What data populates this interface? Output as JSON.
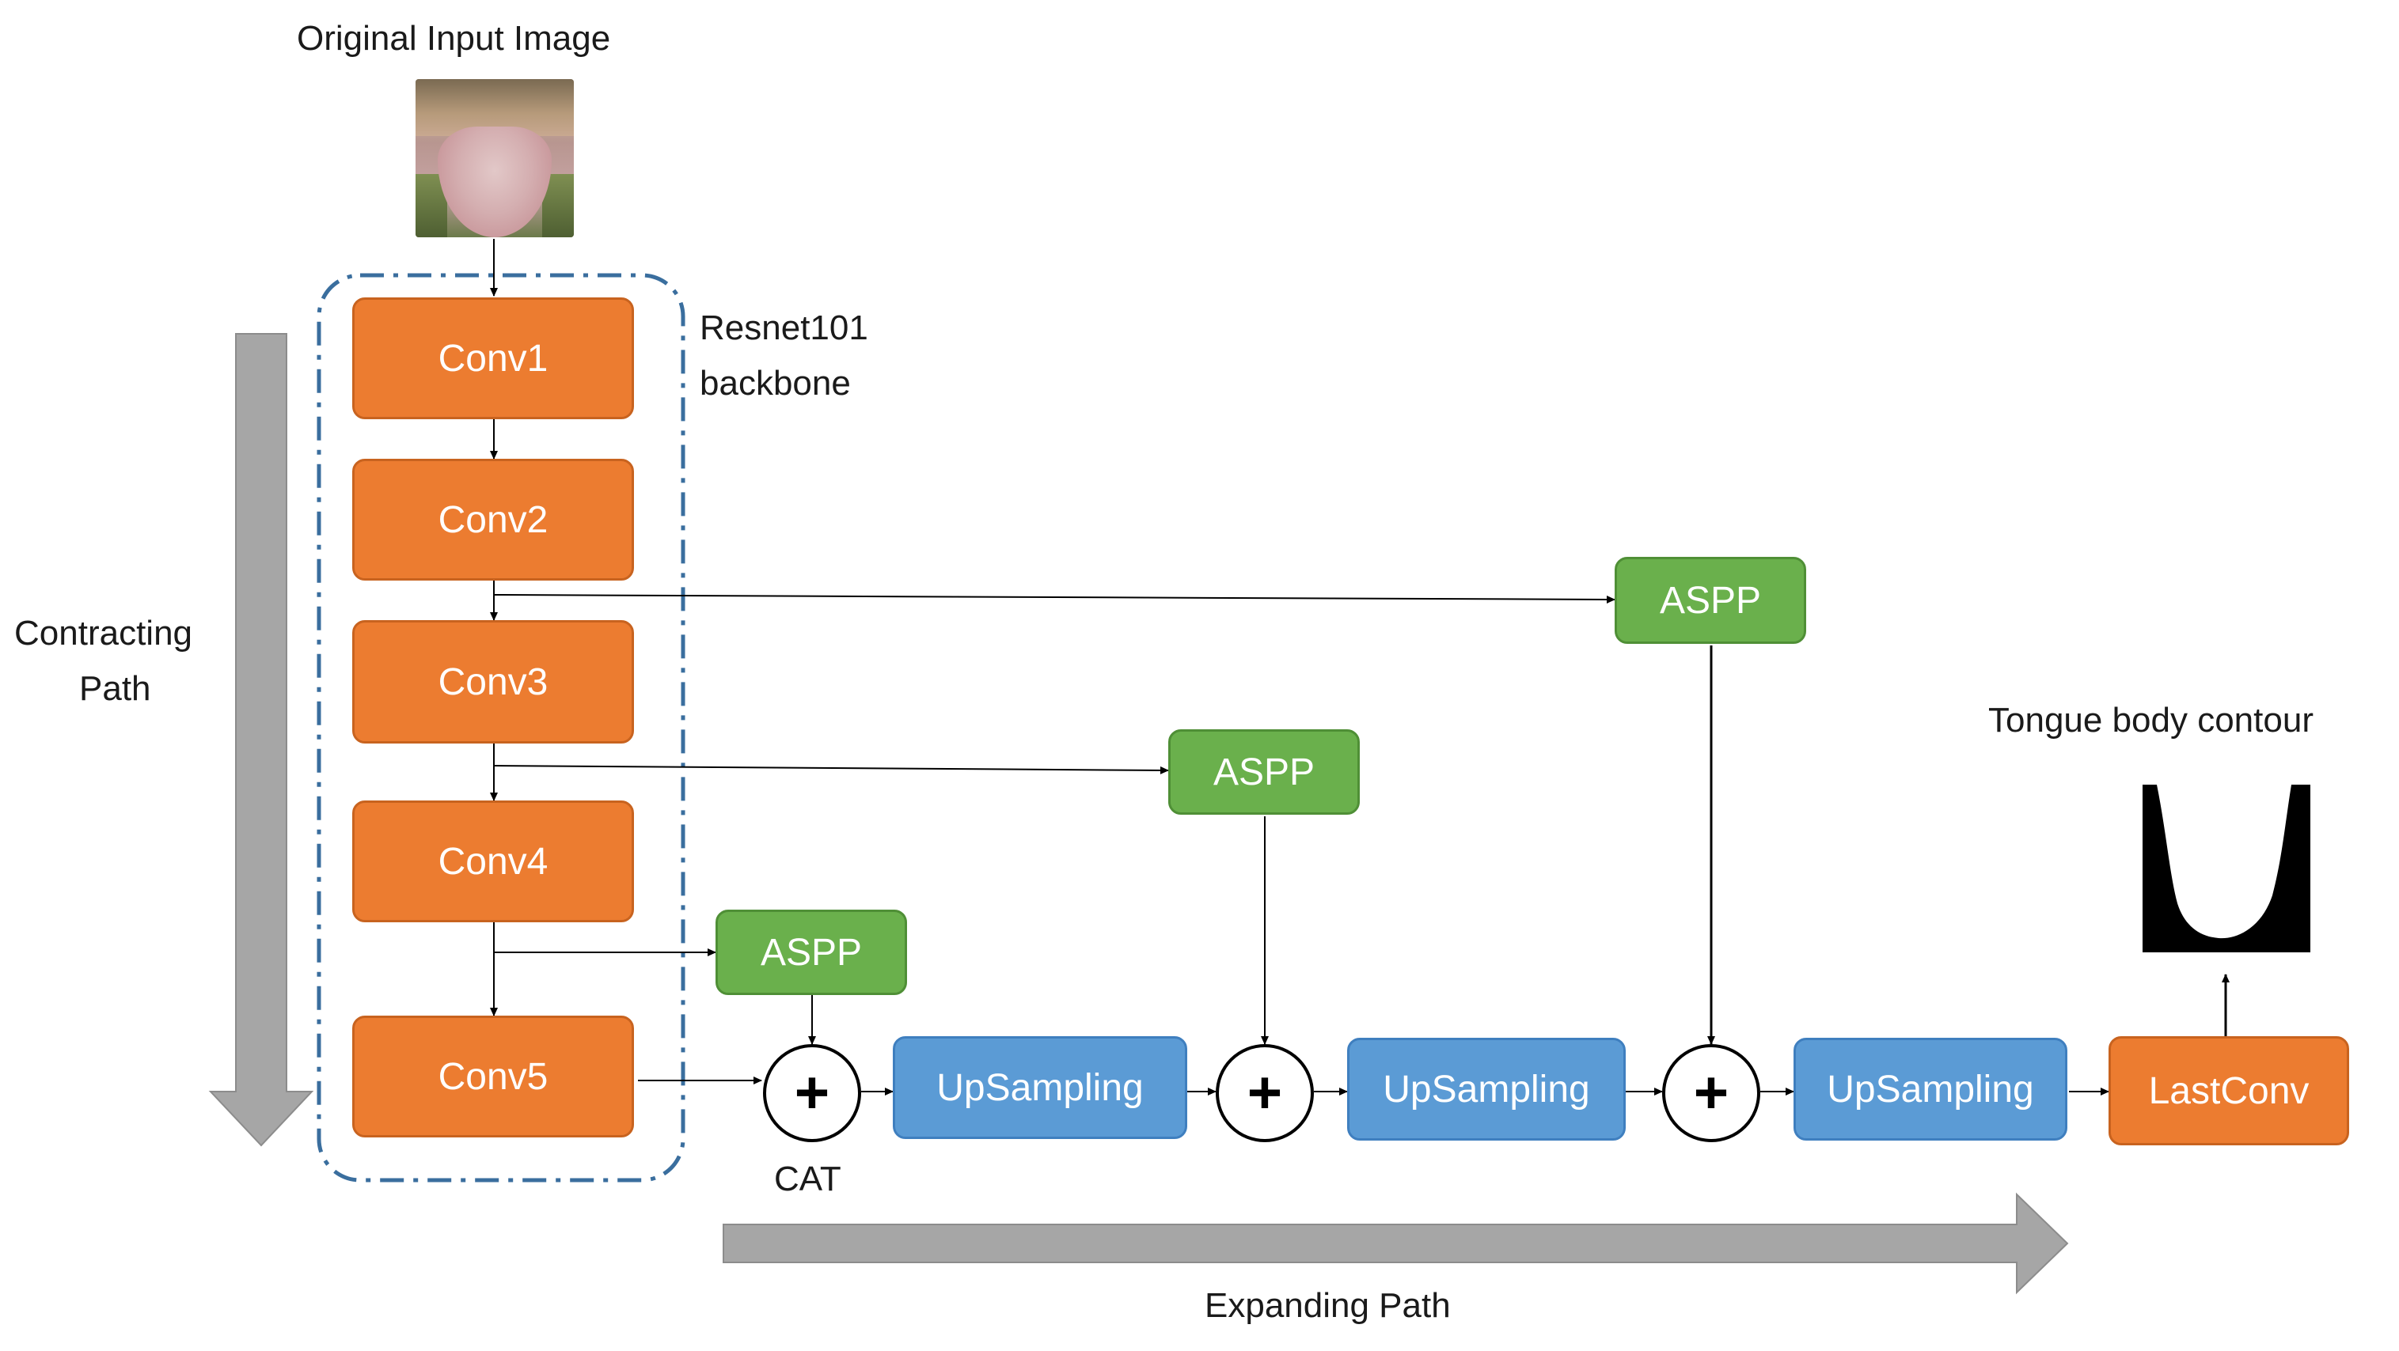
{
  "title": "Original Input Image",
  "backbone_label": [
    "Resnet101",
    "backbone"
  ],
  "contracting_label": [
    "Contracting",
    "Path"
  ],
  "expanding_label": "Expanding Path",
  "output_label": "Tongue body contour",
  "cat_label": "CAT",
  "cat_symbol": "+",
  "conv_blocks": [
    "Conv1",
    "Conv2",
    "Conv3",
    "Conv4",
    "Conv5"
  ],
  "aspp_label": "ASPP",
  "upsampling_label": "UpSampling",
  "last_conv_label": "LastConv",
  "colors": {
    "conv": "#ec7c30",
    "aspp": "#6ab04c",
    "upsampling": "#5b9bd5",
    "backbone_outline": "#3a6e9e",
    "path_arrow": "#a6a6a6"
  }
}
